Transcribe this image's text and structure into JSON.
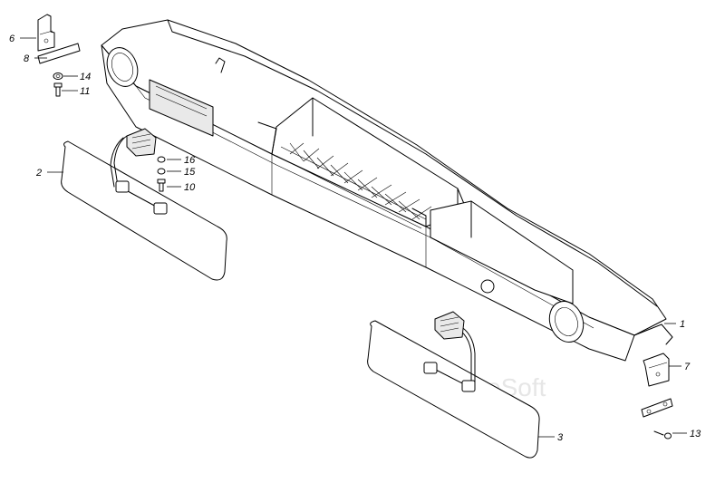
{
  "watermark": "AutoSoft",
  "callouts": {
    "c1": "1",
    "c2": "2",
    "c3": "3",
    "c6": "6",
    "c7": "7",
    "c8": "8",
    "c10": "10",
    "c11": "11",
    "c13": "13",
    "c14": "14",
    "c15": "15",
    "c16": "16"
  }
}
